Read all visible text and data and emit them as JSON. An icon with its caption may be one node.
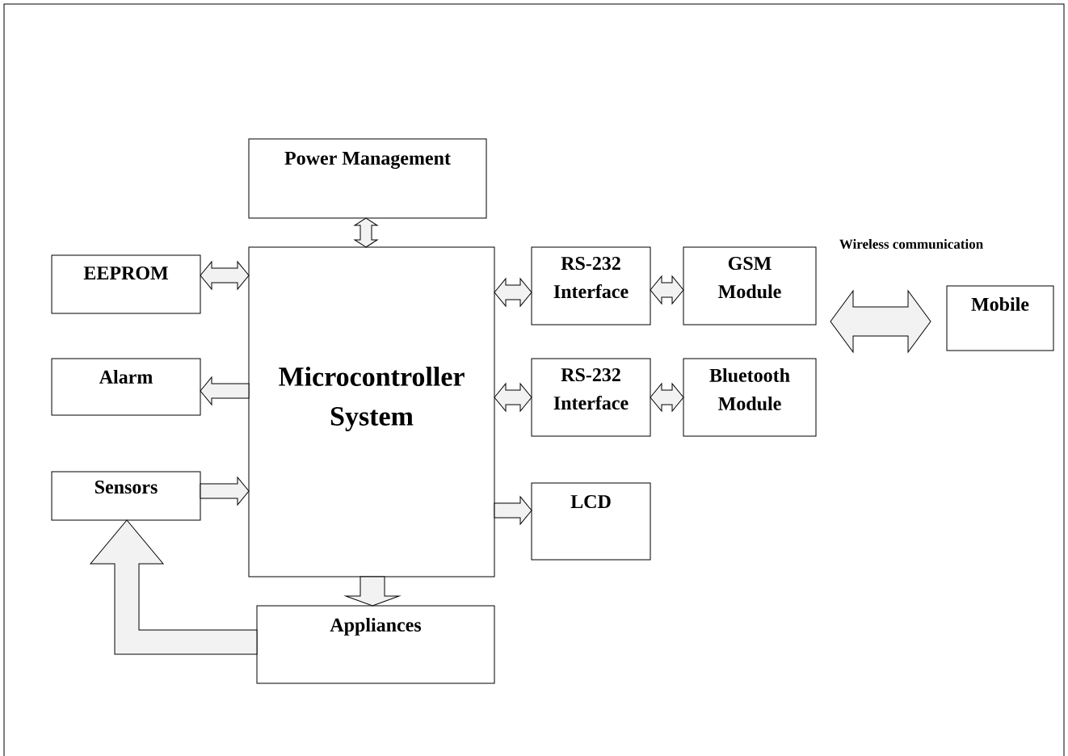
{
  "diagram": {
    "nodes": [
      {
        "text": [
          "Power Management"
        ]
      },
      {
        "text": [
          "EEPROM"
        ]
      },
      {
        "text": [
          "Microcontroller System"
        ]
      },
      {
        "text": [
          "RS-232 Interface"
        ]
      },
      {
        "text": [
          "GSM Module"
        ]
      },
      {
        "text": [
          "Mobile"
        ]
      },
      {
        "text": [
          "Alarm"
        ]
      },
      {
        "text": [
          "RS-232 Interface"
        ]
      },
      {
        "text": [
          "Bluetooth Module"
        ]
      },
      {
        "text": [
          "Sensors"
        ]
      },
      {
        "text": [
          "LCD"
        ]
      },
      {
        "text": [
          "Appliances"
        ]
      }
    ],
    "edges": [
      {
        "from": 0,
        "to": 2,
        "arrow": "both"
      },
      {
        "from": 1,
        "to": 2,
        "arrow": "both"
      },
      {
        "from": 2,
        "to": 6,
        "arrow": "to"
      },
      {
        "from": 9,
        "to": 2,
        "arrow": "to"
      },
      {
        "from": 2,
        "to": 11,
        "arrow": "to"
      },
      {
        "from": 11,
        "to": 9,
        "arrow": "to"
      },
      {
        "from": 2,
        "to": 3,
        "arrow": "both"
      },
      {
        "from": 3,
        "to": 4,
        "arrow": "both"
      },
      {
        "from": 4,
        "to": 5,
        "arrow": "both"
      },
      {
        "from": 2,
        "to": 7,
        "arrow": "both"
      },
      {
        "from": 7,
        "to": 8,
        "arrow": "both"
      },
      {
        "from": 2,
        "to": 10,
        "arrow": "to"
      }
    ],
    "labels": [
      "Wireless communication"
    ]
  }
}
